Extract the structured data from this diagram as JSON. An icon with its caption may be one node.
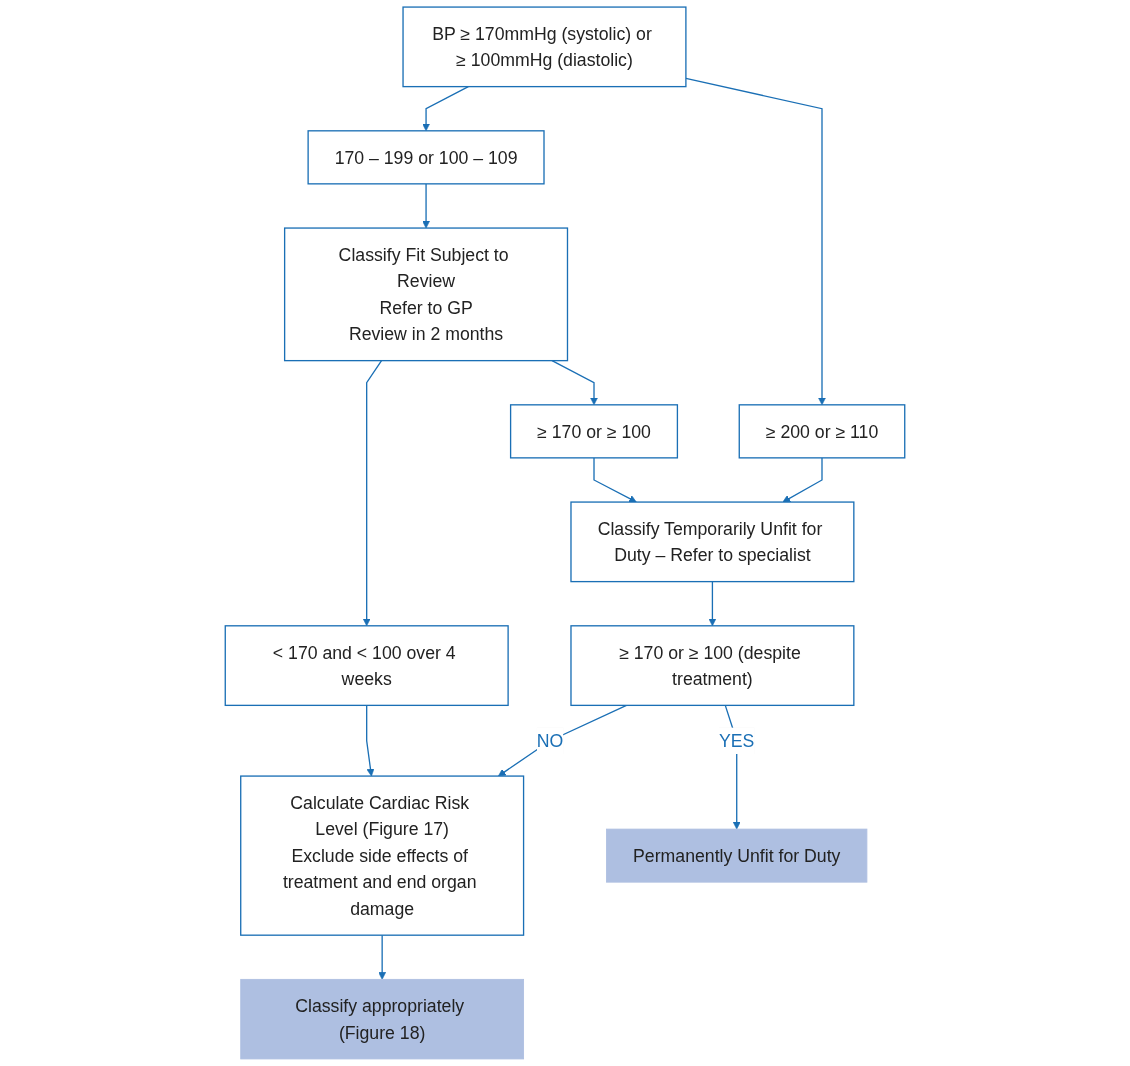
{
  "diagram": {
    "nodes": [
      {
        "text": [
          "BP ≥ 170mmHg (systolic) or ≥ 100mmHg (diastolic)"
        ]
      },
      {
        "text": [
          "170 – 199 or 100 – 109"
        ]
      },
      {
        "text": [
          "≥ 200 or ≥ 110"
        ]
      },
      {
        "text": [
          "Classify Fit Subject to Review",
          "Refer to GP",
          "Review in 2 months"
        ]
      },
      {
        "text": [
          "< 170 and < 100 over 4 weeks"
        ]
      },
      {
        "text": [
          "≥ 170 or ≥ 100"
        ]
      },
      {
        "text": [
          "Classify Temporarily Unfit for Duty – Refer to specialist"
        ]
      },
      {
        "text": [
          "≥ 170 or ≥ 100 (despite treatment)"
        ]
      },
      {
        "text": [
          "Calculate Cardiac Risk Level (Figure 17)",
          "Exclude side effects of treatment and end organ damage"
        ]
      },
      {
        "text": [
          "Classify appropriately (Figure 18)"
        ]
      },
      {
        "text": [
          "Permanently Unfit for Duty"
        ]
      }
    ],
    "edges": [
      {
        "from": 0,
        "to": 1,
        "arrow": "to"
      },
      {
        "from": 0,
        "to": 2,
        "arrow": "to"
      },
      {
        "from": 1,
        "to": 3,
        "arrow": "to"
      },
      {
        "from": 3,
        "to": 4,
        "arrow": "to"
      },
      {
        "from": 3,
        "to": 5,
        "arrow": "to"
      },
      {
        "from": 4,
        "to": 8,
        "arrow": "to"
      },
      {
        "from": 5,
        "to": 6,
        "arrow": "to"
      },
      {
        "from": 2,
        "to": 6,
        "arrow": "to"
      },
      {
        "from": 6,
        "to": 7,
        "arrow": "to"
      },
      {
        "from": 7,
        "to": 8,
        "label": "NO",
        "arrow": "to"
      },
      {
        "from": 7,
        "to": 10,
        "label": "YES",
        "arrow": "to"
      },
      {
        "from": 8,
        "to": 9,
        "arrow": "to"
      }
    ]
  }
}
